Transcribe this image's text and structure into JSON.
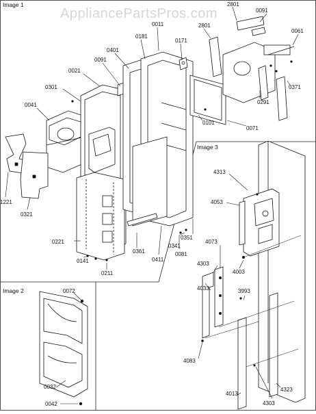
{
  "watermark": "AppliancePartsPros.com",
  "sections": {
    "image1": "Image 1",
    "image2": "Image 2",
    "image3": "Image 3"
  },
  "part_labels": {
    "p0011": "0011",
    "p2801a": "2801",
    "p0091a": "0091",
    "p2801b": "2801",
    "p0061": "0061",
    "p0181": "0181",
    "p0171": "0171",
    "p0401": "0401",
    "p0021": "0021",
    "p0091b": "0091",
    "p0301": "0301",
    "p0041": "0041",
    "p0371": "0371",
    "p0291": "0291",
    "p0101": "0101",
    "p0071": "0071",
    "p1221": "1221",
    "p0321": "0321",
    "p0221": "0221",
    "p0141": "0141",
    "p0211": "0211",
    "p0361": "0361",
    "p0411": "0411",
    "p0081": "0081",
    "p0341": "0341",
    "p0351": "0351",
    "p4313": "4313",
    "p4053": "4053",
    "p4073": "4073",
    "p4303a": "4303",
    "p4003": "4003",
    "p4033": "4033",
    "p3993": "3993",
    "p4083": "4083",
    "p4013": "4013",
    "p4303b": "4303",
    "p4323": "4323",
    "p0072": "0072",
    "p0032": "0032",
    "p0042": "0042"
  }
}
